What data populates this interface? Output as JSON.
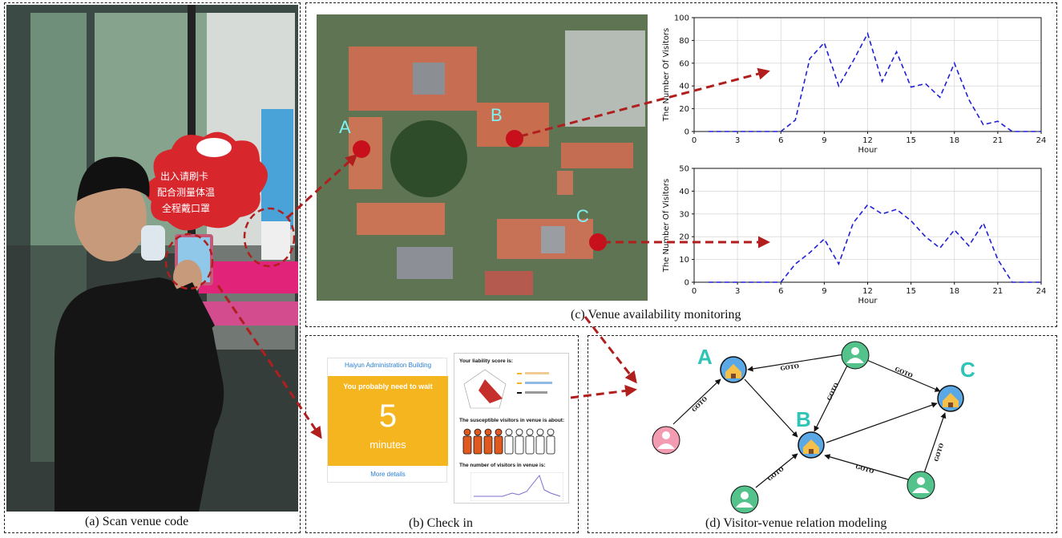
{
  "captions": {
    "a": "(a) Scan venue code",
    "b": "(b) Check in",
    "c": "(c) Venue availability monitoring",
    "d": "(d) Visitor-venue relation modeling"
  },
  "photo": {
    "sign_lines": [
      "出入请刷卡",
      "配合测量体温",
      "全程戴口罩"
    ]
  },
  "map": {
    "labels": [
      "A",
      "B",
      "C"
    ]
  },
  "checkin": {
    "building": "Haiyun Administration Building",
    "wait_text": "You probably need to wait",
    "wait_number": "5",
    "unit": "minutes",
    "more": "More details"
  },
  "report": {
    "liability": "Your liability score is:",
    "susceptible": "The susceptible visitors in venue is about:",
    "visitors": "The number of visitors in venue is:"
  },
  "graph": {
    "venues": [
      "A",
      "B",
      "C"
    ],
    "edge_label": "GOTO"
  },
  "colors": {
    "arrow_red": "#b01e1e",
    "chart_line": "#1f1fd6",
    "venue_node": "#5aa9e6",
    "visitor_node": "#53c28b",
    "infected_node": "#f39bb0",
    "letter_teal": "#2ec4b6",
    "checkin_yellow": "#f5b51f"
  },
  "chart_data": [
    {
      "type": "line",
      "title": "",
      "xlabel": "Hour",
      "ylabel": "The Number Of Visitors",
      "xlim": [
        0,
        24
      ],
      "ylim": [
        0,
        100
      ],
      "xticks": [
        0,
        3,
        6,
        9,
        12,
        15,
        18,
        21,
        24
      ],
      "yticks": [
        0,
        20,
        40,
        60,
        80,
        100
      ],
      "grid": true,
      "line_style": "dashed",
      "x": [
        1,
        2,
        3,
        4,
        5,
        6,
        7,
        8,
        9,
        10,
        11,
        12,
        13,
        14,
        15,
        16,
        17,
        18,
        19,
        20,
        21,
        22,
        23,
        24
      ],
      "values": [
        0,
        0,
        0,
        0,
        0,
        0,
        10,
        64,
        78,
        40,
        62,
        86,
        44,
        70,
        39,
        42,
        30,
        60,
        28,
        6,
        9,
        0,
        0,
        0
      ]
    },
    {
      "type": "line",
      "title": "",
      "xlabel": "Hour",
      "ylabel": "The Number Of Visitors",
      "xlim": [
        0,
        24
      ],
      "ylim": [
        0,
        50
      ],
      "xticks": [
        0,
        3,
        6,
        9,
        12,
        15,
        18,
        21,
        24
      ],
      "yticks": [
        0,
        10,
        20,
        30,
        40,
        50
      ],
      "grid": true,
      "line_style": "dashed",
      "x": [
        1,
        2,
        3,
        4,
        5,
        6,
        7,
        8,
        9,
        10,
        11,
        12,
        13,
        14,
        15,
        16,
        17,
        18,
        19,
        20,
        21,
        22,
        23,
        24
      ],
      "values": [
        0,
        0,
        0,
        0,
        0,
        0,
        8,
        13,
        19,
        8,
        26,
        34,
        30,
        32,
        27,
        20,
        15,
        23,
        16,
        26,
        10,
        0,
        0,
        0
      ]
    }
  ]
}
